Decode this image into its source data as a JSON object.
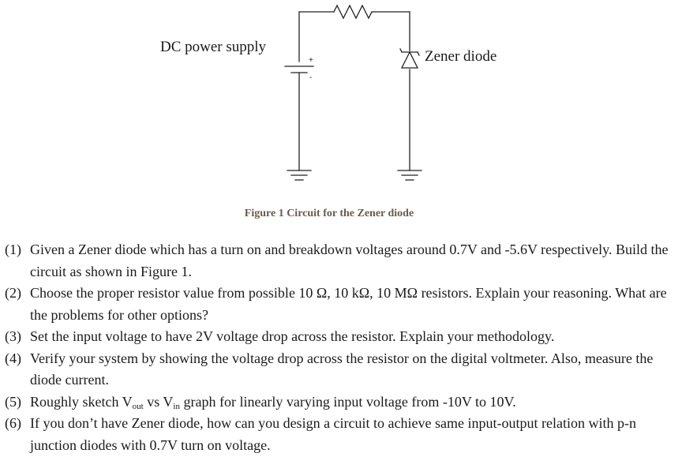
{
  "figure": {
    "labels": {
      "power_supply": "DC power supply",
      "zener": "Zener diode",
      "plus": "+",
      "minus": "-"
    },
    "caption": "Figure 1 Circuit for the Zener diode"
  },
  "questions": [
    {
      "num": "(1)",
      "text": "Given a Zener diode which has a turn on and breakdown voltages around 0.7V and -5.6V respectively. Build the circuit as shown in Figure 1."
    },
    {
      "num": "(2)",
      "text": "Choose the proper resistor value from possible 10 Ω, 10 kΩ, 10 MΩ resistors. Explain your reasoning. What are the problems for other options?"
    },
    {
      "num": "(3)",
      "text": "Set the input voltage to have 2V voltage drop across the resistor. Explain your methodology."
    },
    {
      "num": "(4)",
      "text": "Verify your system by showing the voltage drop across the resistor on the digital voltmeter. Also, measure the diode current."
    },
    {
      "num": "(5)",
      "parts": [
        "Roughly sketch V",
        "out",
        " vs V",
        "in",
        " graph for linearly varying input voltage from -10V to 10V."
      ]
    },
    {
      "num": "(6)",
      "text": "If you don’t have Zener diode, how can you design a circuit to achieve same input-output relation with p-n junction diodes with 0.7V turn on voltage."
    }
  ]
}
